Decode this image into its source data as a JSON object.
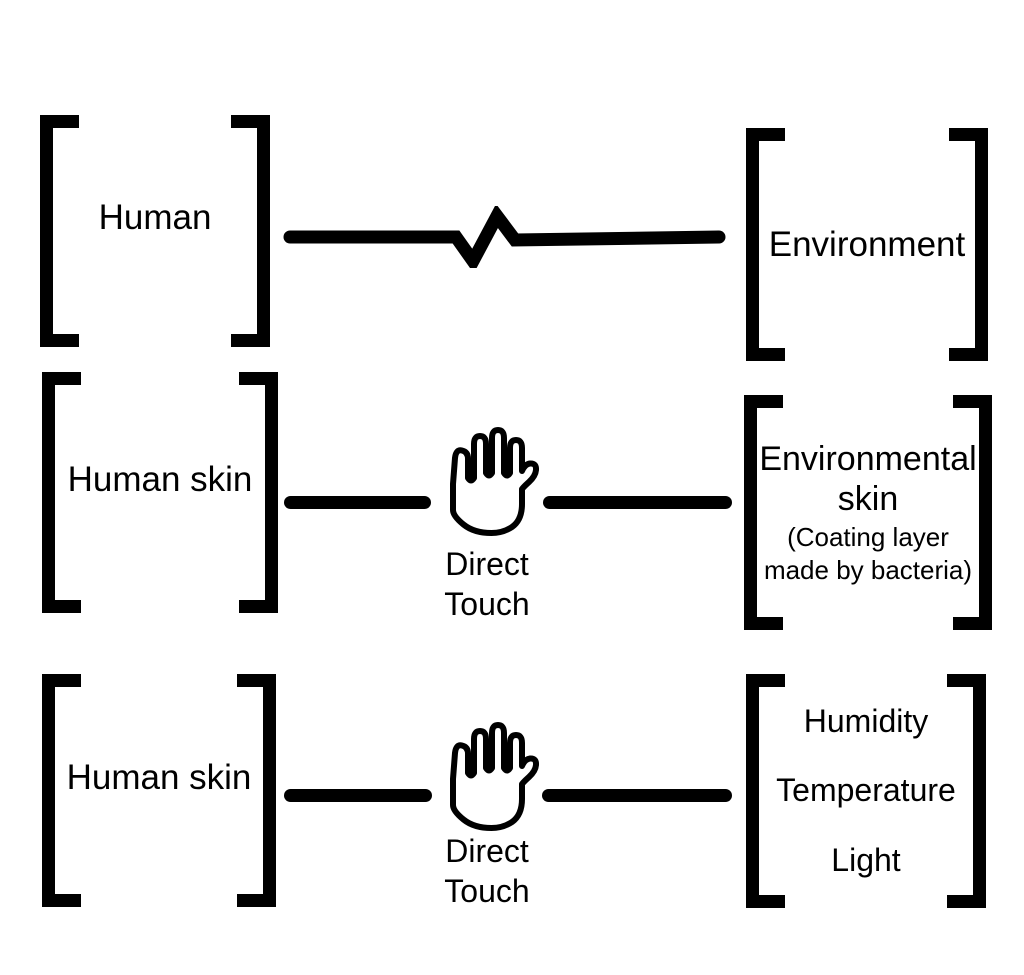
{
  "diagram": {
    "background": "#ffffff",
    "ink": "#000000",
    "rows": [
      {
        "left_label": "Human",
        "connector_icon": "broken-line-icon",
        "right_label": "Environment"
      },
      {
        "left_label": "Human skin",
        "connector_icon": "hand-icon",
        "connector_caption": [
          "Direct",
          "Touch"
        ],
        "right_title": [
          "Environmental",
          "skin"
        ],
        "right_note": [
          "(Coating layer",
          "made by bacteria)"
        ]
      },
      {
        "left_label": "Human skin",
        "connector_icon": "hand-icon",
        "connector_caption": [
          "Direct",
          "Touch"
        ],
        "right_items": [
          "Humidity",
          "Temperature",
          "Light"
        ]
      }
    ]
  }
}
